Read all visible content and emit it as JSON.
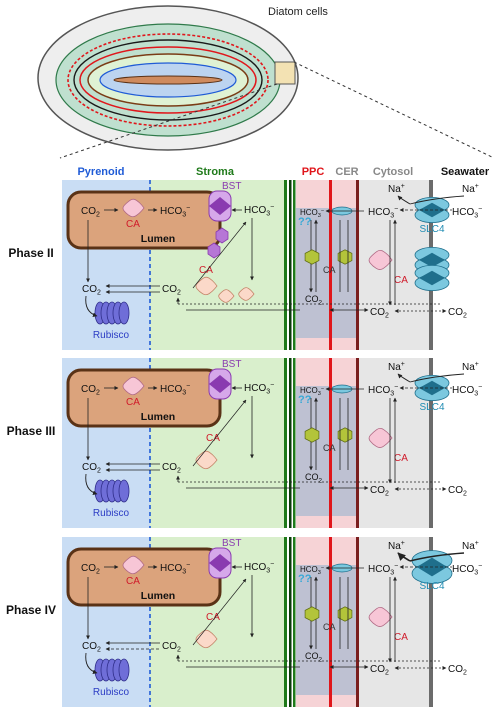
{
  "header": {
    "title": "Diatom cells",
    "columns": {
      "pyrenoid": "Pyrenoid",
      "stroma": "Stroma",
      "ppc": "PPC",
      "cer": "CER",
      "cytosol": "Cytosol",
      "seawater": "Seawater"
    }
  },
  "labels": {
    "co2": "CO",
    "co2_sub": "2",
    "hco3": "HCO",
    "hco3_sub": "3",
    "hco3_sup": "−",
    "na": "Na",
    "na_sup": "+",
    "ca": "CA",
    "bst": "BST",
    "lumen": "Lumen",
    "rubisco": "Rubisco",
    "slc4": "SLC4",
    "unknown": "??"
  },
  "phases": [
    {
      "label": "Phase II"
    },
    {
      "label": "Phase III"
    },
    {
      "label": "Phase IV"
    }
  ],
  "colors": {
    "pyrenoid_bg": "#c9ddf4",
    "stroma_bg": "#d9efcc",
    "ppc_bg": "#f6d3d6",
    "cytosol_bg": "#e6e6e6",
    "lumen_fill": "#dba37c",
    "lumen_stroke": "#5a3216",
    "bst": "#8a3bb0",
    "ca_pink": "#f7c6d6",
    "ca_green": "#b3c43a",
    "slc4": "#3aa4c5",
    "rubisco": "#6f6ed8",
    "column_blue": "#1f5bd6",
    "column_green": "#1f7a1a",
    "column_red": "#e0161b",
    "column_gray": "#6b6b6b"
  }
}
